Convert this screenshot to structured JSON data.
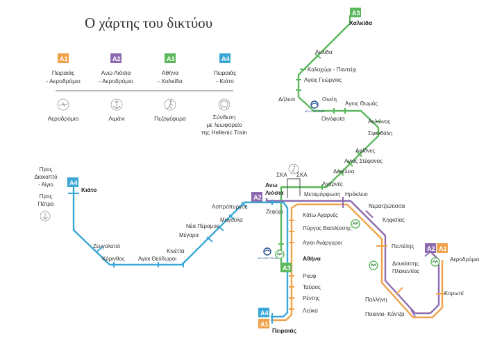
{
  "title": "Ο χάρτης του δικτύου",
  "colors": {
    "A1": "#f0a24a",
    "A2": "#8e6bb0",
    "A3": "#5cb85c",
    "A4": "#3ba7d6",
    "tick_text": "#333333"
  },
  "legend": {
    "lines": [
      {
        "code": "A1",
        "line1": "Πειραιάς",
        "line2": "- Αεροδρόμιο"
      },
      {
        "code": "A2",
        "line1": "Ανω Λιόσια",
        "line2": "- Αεροδρόμιο"
      },
      {
        "code": "A3",
        "line1": "Αθήνα",
        "line2": "- Χαλκίδα"
      },
      {
        "code": "A4",
        "line1": "Πειραιάς",
        "line2": "- Κιάτο"
      }
    ],
    "icons": [
      {
        "icon": "airport-icon",
        "label": "Αεροδρόμιο"
      },
      {
        "icon": "port-icon",
        "label": "Λιμάνι"
      },
      {
        "icon": "footbridge-icon",
        "label": "Πεζογέφυρα"
      },
      {
        "icon": "hellenic-train-icon",
        "line1": "Σύνδεση",
        "line2": "με λεωφορείο",
        "line3": "της Hellenic Train"
      }
    ]
  },
  "stations": {
    "chalkida": "Χαλκίδα",
    "avlida": "Αυλίδα",
    "kalochori": "Καλοχώρι - Παντείχι",
    "agios_georgios": "Αγιος Γεώργιος",
    "dilesi": "Δήλεσι",
    "oinoi": "Οινόη",
    "agios_thomas": "Αγιος Θωμάς",
    "oinofyta": "Οινόφυτα",
    "avlonas": "Αυλώνας",
    "sfendali": "Σφενδάλη",
    "afidnes": "Αφίδνες",
    "agios_stefanos": "Αγιος Στέφανος",
    "dekeleia": "Δεκέλεια",
    "acharnes": "Αχαρνές",
    "metamorfosi": "Μεταμόρφωση",
    "irakleio": "Ηράκλειο",
    "ska_left": "ΣΚΑ",
    "ska_right": "ΣΚΑ",
    "ano_liosia_1": "Ανω",
    "ano_liosia_2": "Λιόσια",
    "zefyri": "Ζεφύρι",
    "kato_acharnes": "Κάτω Αχαρνές",
    "pyrgos": "Πύργος Βασιλίσσης",
    "agioi_anargyroi": "Αγιοι Ανάργυροι",
    "athina": "Αθήνα",
    "rouf": "Ρουφ",
    "tavros": "Ταύρος",
    "rentis": "Ρέντης",
    "lefka": "Λεύκα",
    "peiraias": "Πειραιάς",
    "neratziotissa": "Νερατζιώτισσα",
    "kifisias": "Κηφισίας",
    "penteli": "Πεντέλης",
    "doukissis_1": "Δουκίσσης",
    "doukissis_2": "Πλακεντίας",
    "pallini": "Παλλήνη",
    "paiania": "Παιανία- Κάντζα",
    "koropi": "Κορωπί",
    "aerodromio": "Αεροδρόμιο",
    "aspropyrgos": "Ασπρόπυργος",
    "magoula": "Μαγούλα",
    "nea_peramos": "Νέα Πέραμος",
    "megara": "Μέγαρα",
    "kineta": "Κινέττα",
    "agioi_theodoroi": "Αγιοι Θεόδωροι",
    "korinthos": "Κόρινθος",
    "zevgolatio": "Ζευγολατιό",
    "kiato": "Κιάτο"
  },
  "notes": {
    "diakopto_1": "Προς",
    "diakopto_2": "Διακοπτό",
    "diakopto_3": "- Αίγιο",
    "patra_1": "Προς",
    "patra_2": "Πάτρα"
  },
  "badges": {
    "a3_top": "A3",
    "a2_west": "A2",
    "a3_athina": "A3",
    "a4_south": "A4",
    "a1_south": "A1",
    "a4_west": "A4",
    "a2_east": "A2",
    "a1_east": "A1"
  },
  "hellenic_train_mark": "HELLENIC TRAIN"
}
